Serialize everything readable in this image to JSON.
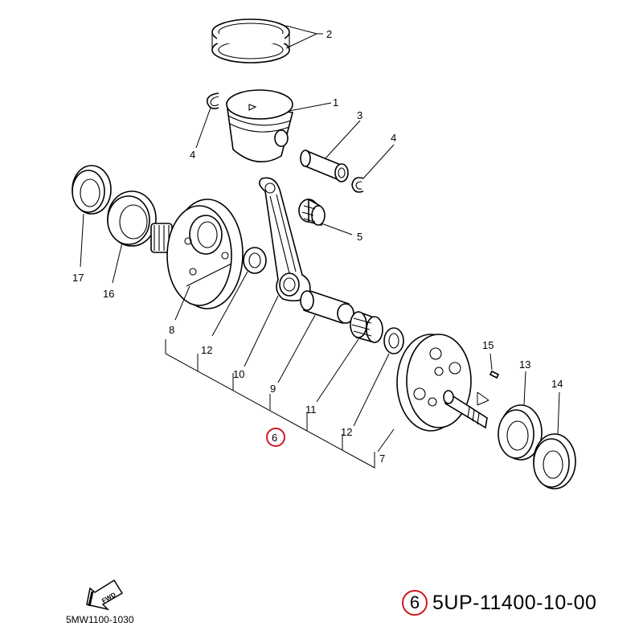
{
  "diagram": {
    "callouts": {
      "ring_set": "2",
      "piston": "1",
      "piston_pin": "3",
      "circlip_left": "4",
      "circlip_right": "4",
      "small_end_bearing": "5",
      "crankshaft_assy": "6",
      "crank_right": "7",
      "crank_left": "8",
      "crank_pin": "9",
      "connecting_rod": "10",
      "big_end_bearing": "11",
      "washer_left": "12",
      "washer_right": "12",
      "bearing_right": "13",
      "oil_seal_right": "14",
      "key": "15",
      "bearing_left": "16",
      "oil_seal_left": "17"
    },
    "fwd_label": "FWD",
    "reference_code": "5MW1100-1030"
  },
  "part_number": {
    "ref": "6",
    "number": "5UP-11400-10-00",
    "highlight_color": "#d0191f"
  }
}
